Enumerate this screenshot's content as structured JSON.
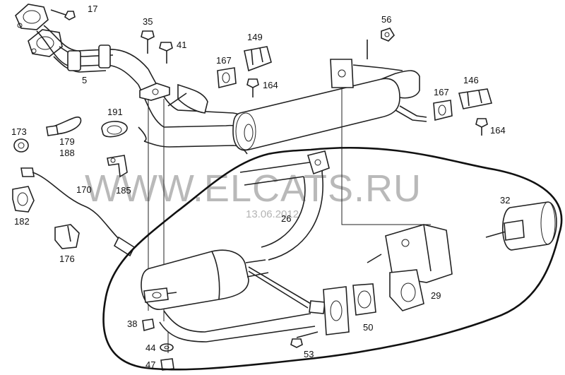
{
  "watermark": {
    "text": "WWW.ELCATS.RU",
    "date": "13.06.2012"
  },
  "callouts": [
    "17",
    "35",
    "41",
    "149",
    "56",
    "5",
    "167",
    "164",
    "146",
    "167",
    "173",
    "179",
    "188",
    "191",
    "164",
    "170",
    "185",
    "26",
    "32",
    "182",
    "176",
    "29",
    "38",
    "50",
    "44",
    "53",
    "47"
  ]
}
